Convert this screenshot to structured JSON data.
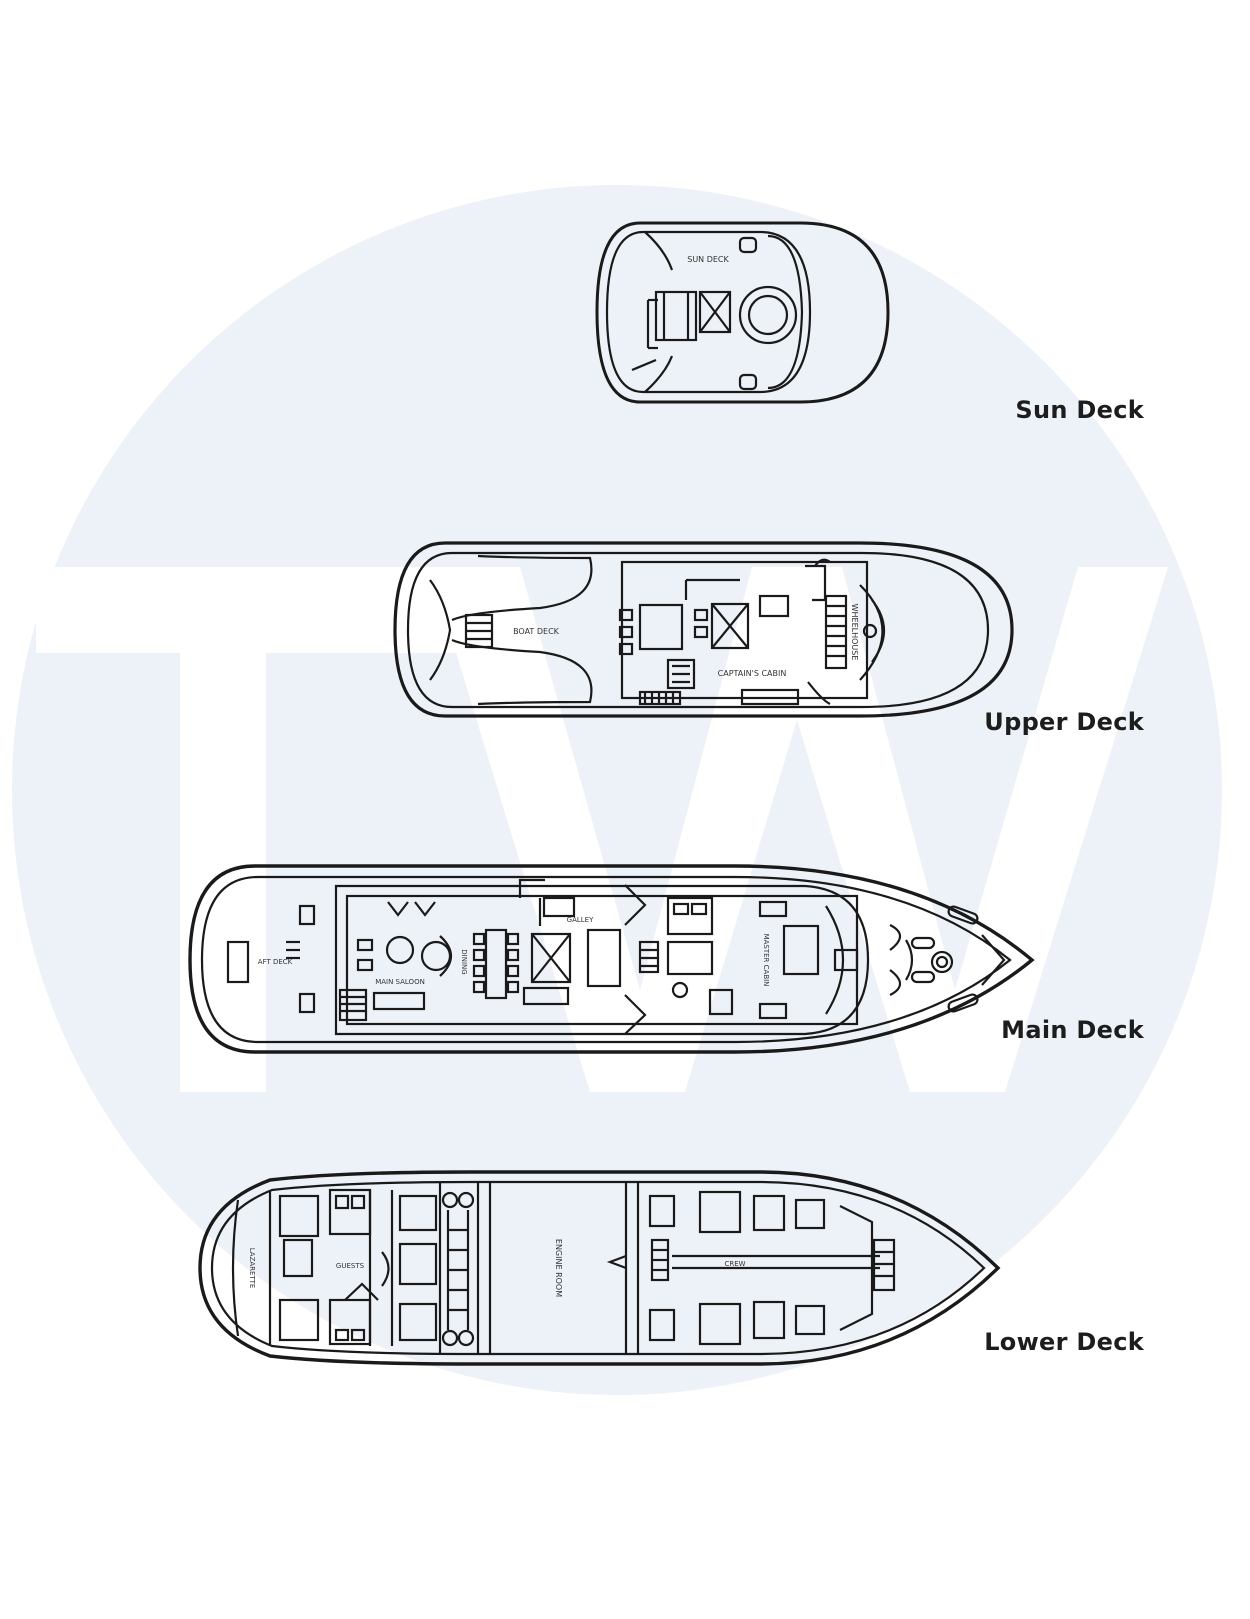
{
  "watermark": {
    "letters": "TW",
    "circle_color": "#edf2f8",
    "letter_color": "#ffffff"
  },
  "decks": [
    {
      "id": "sun",
      "label": "Sun Deck"
    },
    {
      "id": "upper",
      "label": "Upper Deck"
    },
    {
      "id": "main",
      "label": "Main Deck"
    },
    {
      "id": "lower",
      "label": "Lower Deck"
    }
  ],
  "plan_text": {
    "sun_deck": "SUN DECK",
    "boat_deck": "BOAT DECK",
    "captains_cabin": "CAPTAIN'S CABIN",
    "wheelhouse": "WHEELHOUSE",
    "aft_deck": "AFT DECK",
    "main_saloon": "MAIN SALOON",
    "dining": "DINING",
    "galley": "GALLEY",
    "master": "MASTER CABIN",
    "lazarette": "LAZARETTE",
    "guests": "GUESTS",
    "engine_room": "ENGINE ROOM",
    "crew": "CREW"
  },
  "colors": {
    "line": "#1a1a1a",
    "background": "#ffffff"
  }
}
